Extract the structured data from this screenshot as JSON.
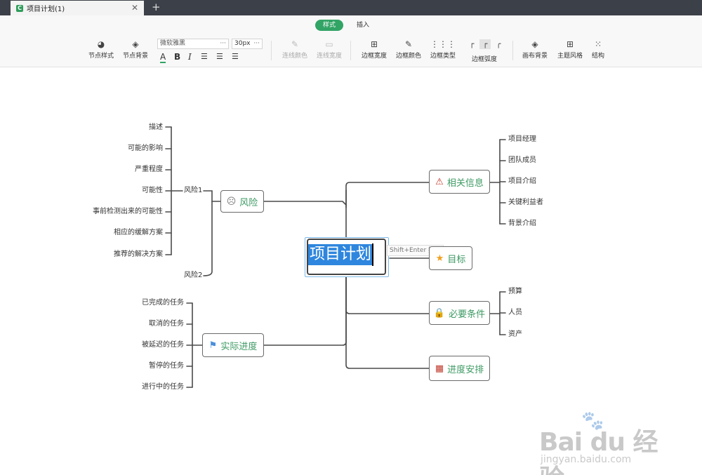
{
  "tab": {
    "title": "项目计划(1)",
    "logo": "C",
    "close": "✕",
    "add": "+"
  },
  "toolbar": {
    "mode_style": "样式",
    "mode_insert": "插入",
    "node_style": "节点样式",
    "node_bg": "节点背景",
    "font_name": "微软雅黑",
    "font_size": "30px",
    "more": "···",
    "line_color": "连线颜色",
    "line_width": "连线宽度",
    "border_width": "边框宽度",
    "border_color": "边框颜色",
    "border_type": "边框类型",
    "border_radius": "边框弧度",
    "canvas_bg": "画布背景",
    "theme_style": "主题风格",
    "structure": "结构",
    "fmt_color": "A",
    "fmt_bold": "B",
    "fmt_italic": "I",
    "radius_opts": [
      "┌",
      "┌",
      "╭"
    ]
  },
  "mindmap": {
    "root": "项目计划",
    "hint": "Shift+Enter 换行",
    "risk": {
      "label": "风险",
      "icon": "☹",
      "risk1": "风险1",
      "risk2": "风险2",
      "items": [
        "描述",
        "可能的影响",
        "严重程度",
        "可能性",
        "事前检测出来的可能性",
        "相应的缓解方案",
        "推荐的解决方案"
      ]
    },
    "progress": {
      "label": "实际进度",
      "icon": "⚑",
      "items": [
        "已完成的任务",
        "取消的任务",
        "被延迟的任务",
        "暂停的任务",
        "进行中的任务"
      ]
    },
    "info": {
      "label": "相关信息",
      "icon": "⚠",
      "items": [
        "项目经理",
        "团队成员",
        "项目介绍",
        "关键利益者",
        "背景介绍"
      ]
    },
    "goal": {
      "label": "目标",
      "icon": "★"
    },
    "req": {
      "label": "必要条件",
      "icon": "🔒",
      "items": [
        "预算",
        "人员",
        "资产"
      ]
    },
    "schedule": {
      "label": "进度安排",
      "icon": "▦"
    }
  },
  "watermark": {
    "brand": "Bai du 经验",
    "url": "jingyan.baidu.com",
    "paw": "🐾"
  }
}
